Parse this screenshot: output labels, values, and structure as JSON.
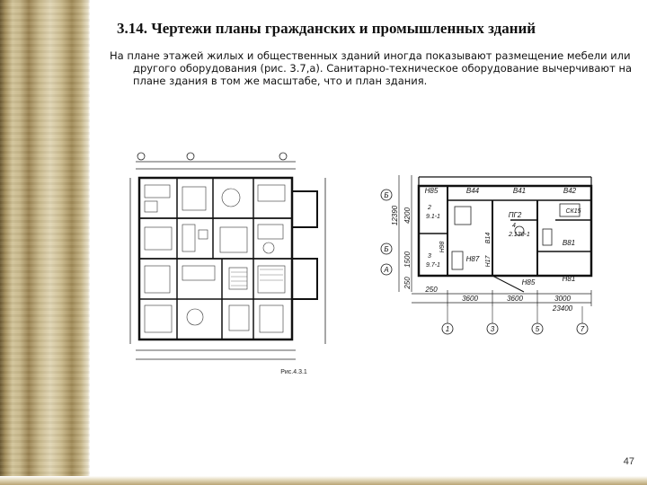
{
  "slide": {
    "title": "3.14. Чертежи планы гражданских и промышленных зданий",
    "paragraph": "На плане этажей жилых и общественных зданий иногда показывают размещение мебели или другого оборудования (рис. 3.7,а). Санитарно-техническое оборудование вычерчивают на плане здания в том же масштабе, что и план здания.",
    "page_number": "47"
  },
  "left_drawing": {
    "caption": "Рис.4.3.1"
  },
  "right_drawing": {
    "room_labels": [
      "Н85",
      "В44",
      "В41",
      "В42",
      "ПГ2",
      "СК15",
      "Н98",
      "Н87",
      "Н17",
      "В14",
      "Н85",
      "Н81",
      "В81"
    ],
    "vertical_dims": [
      "12390",
      "4200",
      "1500",
      "250"
    ],
    "row_markers": [
      "Б",
      "Б",
      "А"
    ],
    "bottom_dims": [
      "250",
      "3600",
      "3600",
      "3000",
      "23400"
    ],
    "axis_markers": [
      "1",
      "3",
      "5",
      "7"
    ],
    "annotations": [
      "2",
      "9.1-1",
      "3",
      "9.7-1",
      "4",
      "2.130-1"
    ]
  }
}
